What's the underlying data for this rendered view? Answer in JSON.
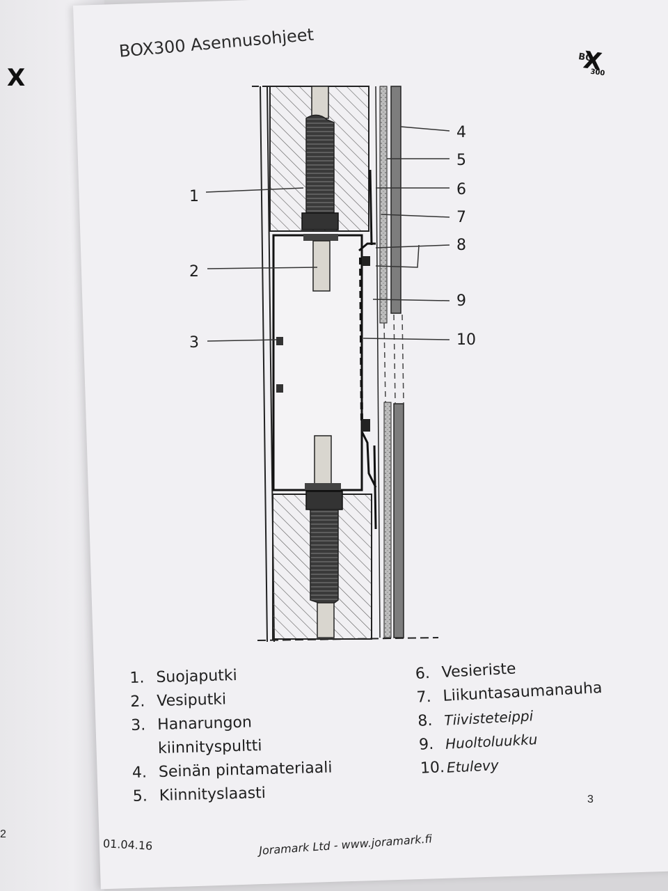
{
  "document": {
    "title": "BOX300 Asennusohjeet",
    "logo": {
      "top": "BO",
      "mark": "X",
      "sub": "300"
    },
    "callouts": [
      "1",
      "2",
      "3",
      "4",
      "5",
      "6",
      "7",
      "8",
      "9",
      "10"
    ],
    "legend_left": [
      {
        "num": "1.",
        "text": "Suojaputki"
      },
      {
        "num": "2.",
        "text": "Vesiputki"
      },
      {
        "num": "3.",
        "text": "Hanarungon"
      },
      {
        "num": "",
        "text": "kiinnityspultti"
      },
      {
        "num": "4.",
        "text": "Seinän pintamateriaali"
      },
      {
        "num": "5.",
        "text": "Kiinnityslaasti"
      }
    ],
    "legend_right": [
      {
        "num": "6.",
        "text": "Vesieriste"
      },
      {
        "num": "7.",
        "text": "Liikuntasaumanauha"
      },
      {
        "num": "8.",
        "text": "Tiivisteteippi"
      },
      {
        "num": "9.",
        "text": "Huoltoluukku"
      },
      {
        "num": "10.",
        "text": "Etulevy"
      }
    ],
    "page_number": "3",
    "prev_page_number": "2",
    "date": "01.04.16",
    "company": "Joramark Ltd - www.joramark.fi"
  },
  "colors": {
    "paper": "#f1f0f3",
    "ink": "#1c1c1c",
    "hatch": "#555555",
    "pipe": "#d9d6cf",
    "conduit": "#4a4a4a"
  }
}
